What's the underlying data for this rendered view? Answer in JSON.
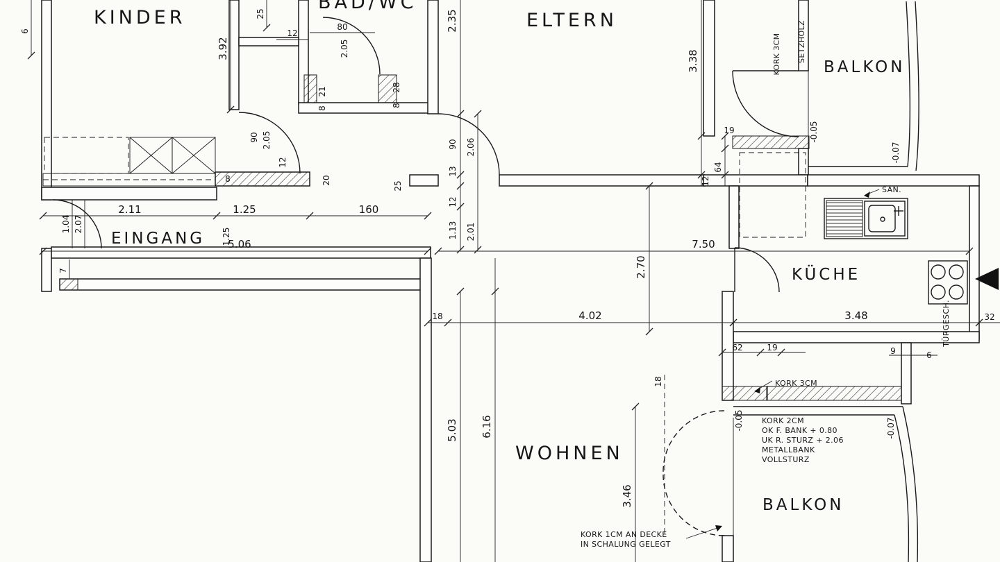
{
  "plan": {
    "rooms": {
      "kinder": "KINDER",
      "bad_wc": "BAD/WC",
      "eltern": "ELTERN",
      "balkon_top": "BALKON",
      "eingang": "EINGANG",
      "kueche": "KÜCHE",
      "wohnen": "WOHNEN",
      "balkon_bottom": "BALKON"
    },
    "annotations": {
      "san": "SAN.",
      "kork_3cm_balkon": "KORK 3CM",
      "setzholz": "SETZHOLZ",
      "kork_3cm_fenster": "KORK 3CM",
      "kork_2cm": "KORK 2CM",
      "ok_f_bank": "OK F. BANK + 0.80",
      "uk_r_sturz": "UK R. STURZ + 2.06",
      "metallbank": "METALLBANK",
      "vollsturz": "VOLLSTURZ",
      "kork_1cm_zeile1": "KORK 1CM AN DECKE",
      "kork_1cm_zeile2": "IN SCHALUNG GELEGT",
      "tuergesch": "TÜRGESCH."
    },
    "dimensions": {
      "links_6": "6",
      "kinder_hoehe": "3.92",
      "oben_25": "25",
      "oben_12": "12",
      "oben_235": "2.35",
      "bad_tuer_breite": "80",
      "bad_tuer_hoehe": "2.05",
      "pfeiler_21": "21",
      "pfeiler_8a": "8",
      "pfeiler_28": "28",
      "pfeiler_8b": "8",
      "kinder_tuer_breite": "90",
      "kinder_tuer_hoehe": "2.05",
      "kinder_tuer_12": "12",
      "wand_8": "8",
      "wand_20": "20",
      "wand_25": "25",
      "eltern_tuer_breite": "90",
      "eltern_tuer_hoehe": "2.06",
      "flur_13": "13",
      "flur_12": "12",
      "durchgang_breite": "1.13",
      "durchgang_hoehe": "2.01",
      "eltern_338": "3.38",
      "balkon_19": "19",
      "balkon_64": "64",
      "balkon_12": "12",
      "balkon_minus005": "-0.05",
      "balkon_minus007": "-0.07",
      "flur_211": "2.11",
      "flur_125a": "1.25",
      "flur_160": "160",
      "flur_125b": "1.25",
      "flur_506": "5.06",
      "kueche_750": "7.50",
      "eingang_104": "1.04",
      "eingang_207": "2.07",
      "eingang_7": "7",
      "kueche_270": "2.70",
      "wand_18": "18",
      "wohnen_402": "4.02",
      "kueche_348": "3.48",
      "rand_32": "32",
      "fenster_62": "62",
      "fenster_19": "19",
      "fenster_9": "9",
      "fenster_6": "6",
      "tuer_18": "18",
      "schwelle_minus005": "-0.05",
      "balkon2_minus007": "-0.07",
      "wohnen_503": "5.03",
      "wohnen_616": "6.16",
      "wohnen_346": "3.46"
    }
  }
}
